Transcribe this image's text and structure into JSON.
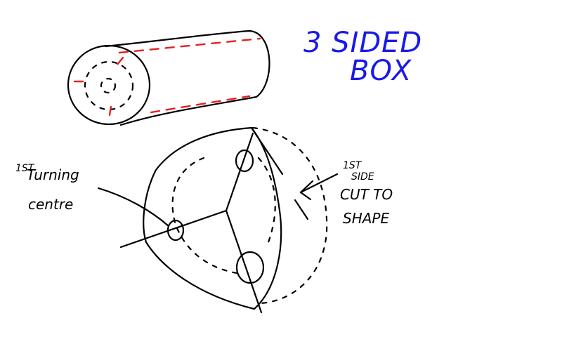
{
  "title": {
    "line1": "3 SIDED",
    "line2": "BOX",
    "color": "#1a1ae6"
  },
  "labels": {
    "turning_centre_ordinal": "1ST",
    "turning_centre_line1": "Turning",
    "turning_centre_line2": "centre",
    "side_ordinal": "1ST",
    "side_line1": "SIDE",
    "side_line2": "CUT TO",
    "side_line3": "SHAPE"
  },
  "colors": {
    "ink": "#000000",
    "accent_red": "#e62020",
    "background": "#ffffff"
  }
}
